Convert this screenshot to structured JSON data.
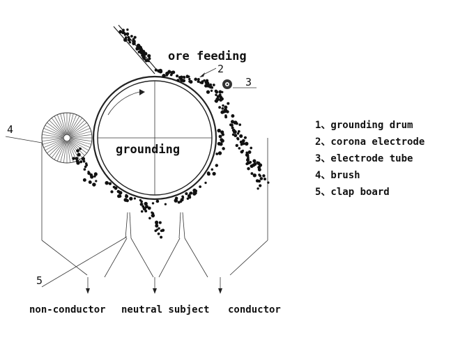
{
  "labels": {
    "ore_feeding": "ore feeding",
    "grounding": "grounding",
    "num_2": "2",
    "num_3": "3",
    "num_4": "4",
    "num_5": "5"
  },
  "legend": [
    "1、grounding drum",
    "2、corona electrode",
    "3、electrode tube",
    "4、brush",
    "5、clap board"
  ],
  "outputs": {
    "non_conductor": "non-conductor",
    "neutral_subject": "neutral subject",
    "conductor": "conductor"
  }
}
